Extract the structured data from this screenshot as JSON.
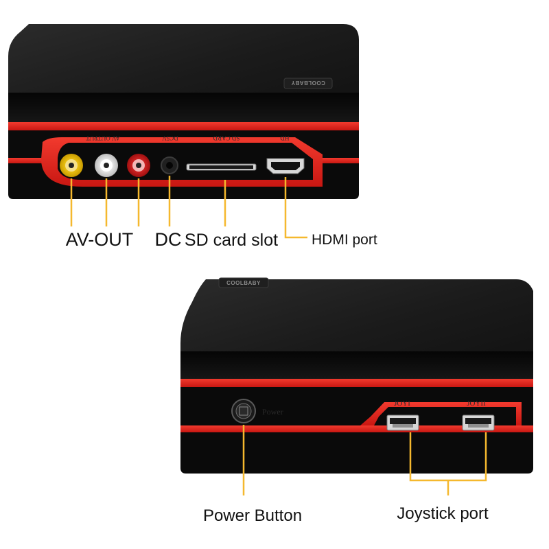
{
  "brand": {
    "name": "COOLBABY"
  },
  "top_device": {
    "port_prints": {
      "av_output": "AV OUTPUT",
      "dc5v": "DC5V",
      "sd_card": "SD CARD",
      "hd": "HD"
    },
    "callouts": {
      "av_out": "AV-OUT",
      "dc": "DC",
      "sd_card_slot": "SD card slot",
      "hdmi_port": "HDMI port"
    }
  },
  "bottom_device": {
    "prints": {
      "power": "Power",
      "joy1": "JOYI",
      "joy2": "JOYII"
    },
    "callouts": {
      "power_button": "Power Button",
      "joystick_port": "Joystick port"
    }
  },
  "colors": {
    "body_black": "#0d0d0d",
    "accent_red": "#e8231e",
    "callout_line": "#f5b82e",
    "rca_yellow": "#f2c400",
    "rca_white": "#e9e9e9",
    "rca_red": "#d61f1f"
  }
}
